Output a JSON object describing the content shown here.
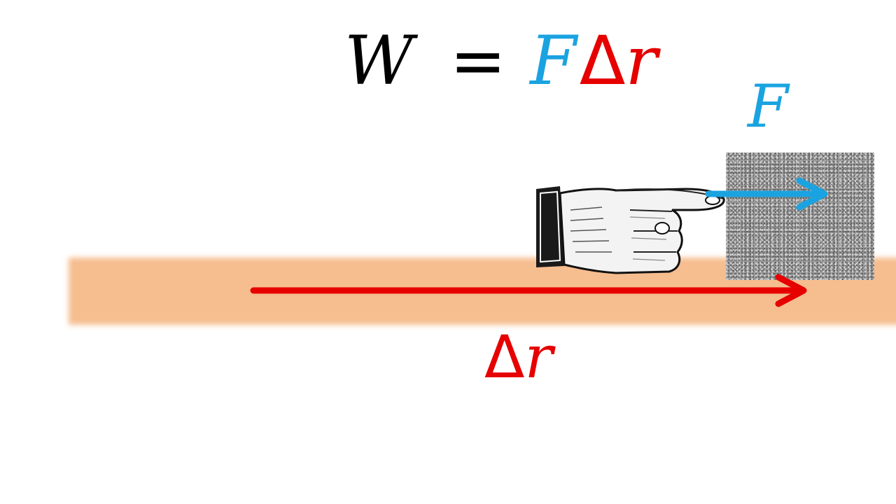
{
  "equation": {
    "work_symbol": "W",
    "equals_sign": "=",
    "force_symbol": "F",
    "delta_symbol": "Δ",
    "displacement_symbol": "r"
  },
  "labels": {
    "force": "F",
    "displacement_delta": "Δ",
    "displacement_r": "r"
  },
  "colors": {
    "force": "#1aa3e0",
    "displacement": "#e60000",
    "surface": "#f6bd8f",
    "text": "#000000"
  },
  "icons": {
    "hand": "pointing-hand-icon",
    "block": "stone-block-icon"
  }
}
